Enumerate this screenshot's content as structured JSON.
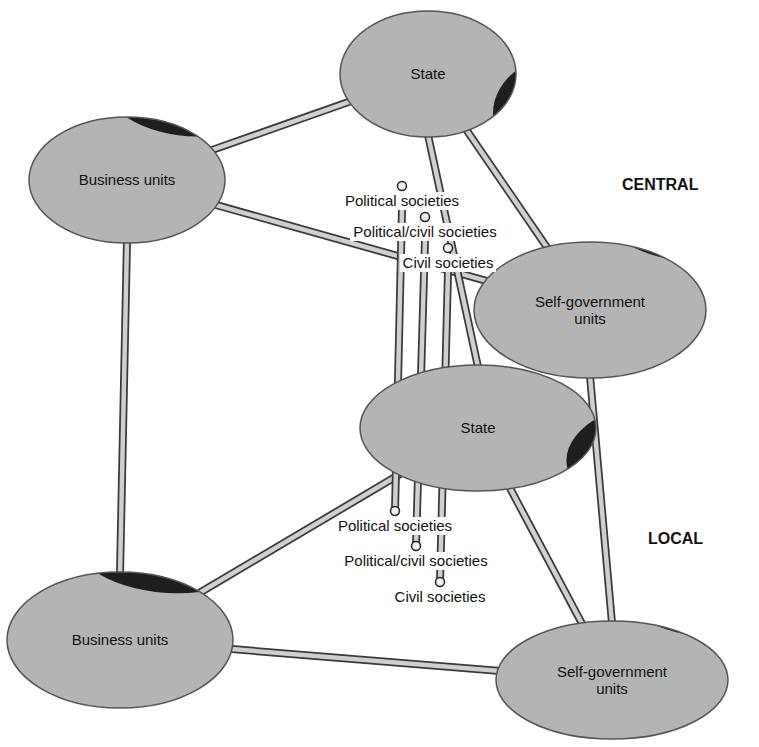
{
  "diagram": {
    "nodes": [
      {
        "text": [
          "State"
        ]
      },
      {
        "text": [
          "Business units"
        ]
      },
      {
        "text": [
          "Self-government units"
        ]
      },
      {
        "text": [
          "Political societies"
        ]
      },
      {
        "text": [
          "Political/civil societies"
        ]
      },
      {
        "text": [
          "Civil societies"
        ]
      },
      {
        "text": [
          "State"
        ]
      },
      {
        "text": [
          "Business units"
        ]
      },
      {
        "text": [
          "Self-government units"
        ]
      },
      {
        "text": [
          "Political societies"
        ]
      },
      {
        "text": [
          "Political/civil societies"
        ]
      },
      {
        "text": [
          "Civil societies"
        ]
      }
    ],
    "edges": [
      {
        "from": 0,
        "to": 1,
        "arrow": "none"
      },
      {
        "from": 1,
        "to": 2,
        "arrow": "none"
      },
      {
        "from": 2,
        "to": 0,
        "arrow": "none"
      },
      {
        "from": 6,
        "to": 7,
        "arrow": "none"
      },
      {
        "from": 7,
        "to": 8,
        "arrow": "none"
      },
      {
        "from": 8,
        "to": 6,
        "arrow": "none"
      },
      {
        "from": 0,
        "to": 6,
        "arrow": "none"
      },
      {
        "from": 1,
        "to": 7,
        "arrow": "none"
      },
      {
        "from": 2,
        "to": 8,
        "arrow": "none"
      },
      {
        "from": 3,
        "to": 9,
        "arrow": "none"
      },
      {
        "from": 4,
        "to": 10,
        "arrow": "none"
      },
      {
        "from": 5,
        "to": 11,
        "arrow": "none"
      }
    ],
    "labels": [
      "CENTRAL",
      "LOCAL"
    ]
  }
}
